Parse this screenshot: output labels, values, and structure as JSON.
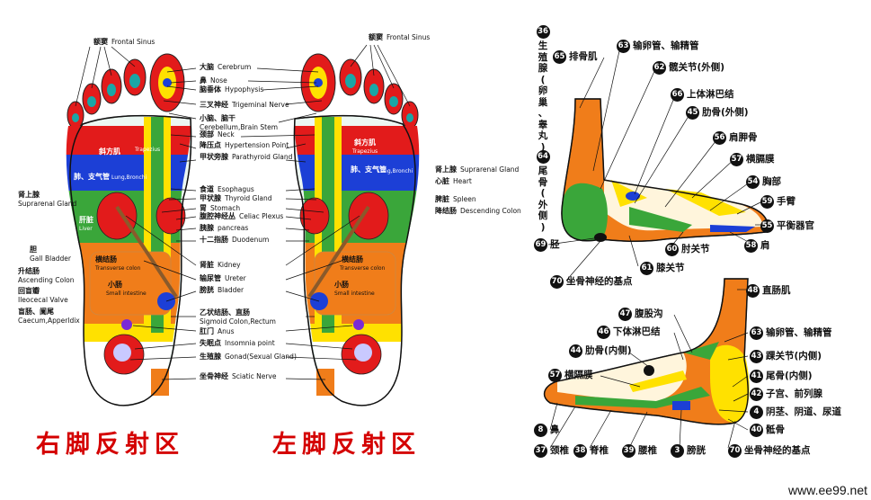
{
  "titles": {
    "right_foot": "右脚反射区",
    "left_foot": "左脚反射区"
  },
  "watermark": "www.ee99.net",
  "sole_labels": [
    {
      "zh": "额窦",
      "en": "Frontal Sinus"
    },
    {
      "zh": "大脑",
      "en": "Cerebrum"
    },
    {
      "zh": "鼻",
      "en": "Nose"
    },
    {
      "zh": "脑垂体",
      "en": "Hypophysis"
    },
    {
      "zh": "三叉神经",
      "en": "Trigeminal Nerve"
    },
    {
      "zh": "小脑、脑干",
      "en": "Cerebellum,Brain Stem"
    },
    {
      "zh": "颈部",
      "en": "Neck"
    },
    {
      "zh": "降压点",
      "en": "Hypertension Point"
    },
    {
      "zh": "甲状旁腺",
      "en": "Parathyroid Gland"
    },
    {
      "zh": "食道",
      "en": "Esophagus"
    },
    {
      "zh": "甲状腺",
      "en": "Thyroid Gland"
    },
    {
      "zh": "胃",
      "en": "Stomach"
    },
    {
      "zh": "腹腔神经丛",
      "en": "Celiac Plexus"
    },
    {
      "zh": "胰腺",
      "en": "pancreas"
    },
    {
      "zh": "十二指肠",
      "en": "Duodenum"
    },
    {
      "zh": "肾脏",
      "en": "Kidney"
    },
    {
      "zh": "输尿管",
      "en": "Ureter"
    },
    {
      "zh": "膀胱",
      "en": "Bladder"
    },
    {
      "zh": "乙状结肠、直肠",
      "en": "Sigmoid Colon,Rectum"
    },
    {
      "zh": "肛门",
      "en": "Anus"
    },
    {
      "zh": "失眠点",
      "en": "Insomnia point"
    },
    {
      "zh": "生殖腺",
      "en": "Gonad(Sexual Gland)"
    },
    {
      "zh": "坐骨神经",
      "en": "Sciatic Nerve"
    }
  ],
  "right_foot_left_labels": [
    {
      "zh": "肾上腺",
      "en": "Suprarenal Gland"
    },
    {
      "zh": "胆",
      "en": "Gall Bladder"
    },
    {
      "zh": "升结肠",
      "en": "Ascending Colon"
    },
    {
      "zh": "回盲瓣",
      "en": "Ileocecal Valve"
    },
    {
      "zh": "盲肠、阑尾",
      "en": "Caecum,Apperldix"
    }
  ],
  "left_foot_right_labels": [
    {
      "zh": "肾上腺",
      "en": "Suprarenal Gland"
    },
    {
      "zh": "心脏",
      "en": "Heart"
    },
    {
      "zh": "脾脏",
      "en": "Spleen"
    },
    {
      "zh": "降结肠",
      "en": "Descending Colon"
    }
  ],
  "on_foot_text": {
    "trapezius": "斜方肌",
    "trapezius_en": "Trapezius",
    "lung": "肺、支气管",
    "lung_en": "Lung,Bronchi",
    "liver": "肝脏",
    "liver_en": "Liver",
    "transverse": "横结肠",
    "transverse_en": "Transverse colon",
    "small_intestine": "小肠",
    "small_intestine_en": "Small intestine"
  },
  "vertical_label": {
    "num": "36",
    "chars": [
      "生",
      "殖",
      "腺",
      "(",
      "卵",
      "巢",
      "、",
      "睾",
      "丸",
      ")"
    ]
  },
  "vertical_label_2": {
    "num": "64",
    "chars": [
      "尾",
      "骨",
      "(",
      "外",
      "侧",
      ")"
    ]
  },
  "outer_foot_labels": [
    {
      "num": "65",
      "text": "排骨肌"
    },
    {
      "num": "63",
      "text": "输卵管、输精管"
    },
    {
      "num": "62",
      "text": "髋关节(外侧)"
    },
    {
      "num": "66",
      "text": "上体淋巴结"
    },
    {
      "num": "45",
      "text": "肋骨(外侧)"
    },
    {
      "num": "56",
      "text": "肩胛骨"
    },
    {
      "num": "57",
      "text": "横膈膜"
    },
    {
      "num": "54",
      "text": "胸部"
    },
    {
      "num": "59",
      "text": "手臂"
    },
    {
      "num": "55",
      "text": "平衡器官"
    },
    {
      "num": "58",
      "text": "肩"
    },
    {
      "num": "60",
      "text": "肘关节"
    },
    {
      "num": "61",
      "text": "膝关节"
    },
    {
      "num": "69",
      "text": "胫"
    },
    {
      "num": "70",
      "text": "坐骨神经的基点"
    }
  ],
  "inner_foot_labels": [
    {
      "num": "48",
      "text": "直肠肌"
    },
    {
      "num": "47",
      "text": "腹股沟"
    },
    {
      "num": "46",
      "text": "下体淋巴结"
    },
    {
      "num": "63",
      "text": "输卵管、输精管"
    },
    {
      "num": "44",
      "text": "肋骨(内侧)"
    },
    {
      "num": "43",
      "text": "踝关节(内侧)"
    },
    {
      "num": "57",
      "text": "横隔膜"
    },
    {
      "num": "41",
      "text": "尾骨(内侧)"
    },
    {
      "num": "42",
      "text": "子宫、前列腺"
    },
    {
      "num": "4",
      "text": "阴茎、阴道、尿道"
    },
    {
      "num": "40",
      "text": "骶骨"
    },
    {
      "num": "8",
      "text": "鼻"
    },
    {
      "num": "37",
      "text": "颈椎"
    },
    {
      "num": "38",
      "text": "脊椎"
    },
    {
      "num": "39",
      "text": "腰椎"
    },
    {
      "num": "3",
      "text": "膀胱"
    },
    {
      "num": "70",
      "text": "坐骨神经的基点"
    }
  ],
  "colors": {
    "red": "#e21b1b",
    "orange": "#f07d1a",
    "yellow": "#ffe100",
    "green": "#3aa63a",
    "blue": "#1c3fd6",
    "teal": "#1aa6a6",
    "title_red": "#d40000"
  }
}
